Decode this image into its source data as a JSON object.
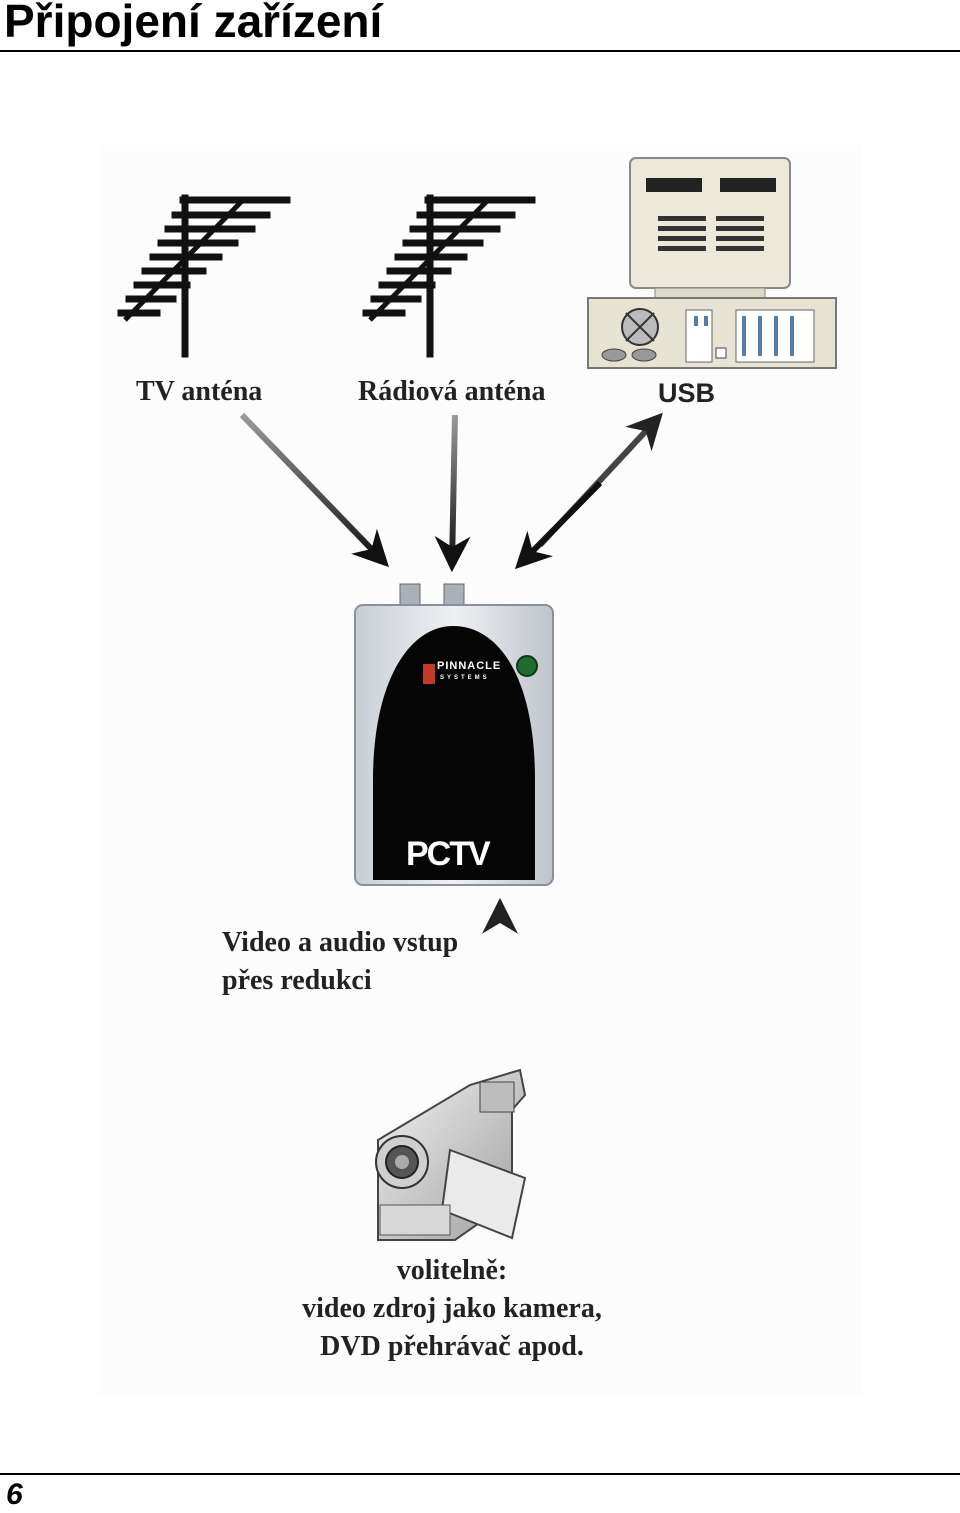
{
  "page": {
    "title": "Připojení zařízení",
    "number": "6"
  },
  "diagram": {
    "tv_antenna_label": "TV anténa",
    "radio_antenna_label": "Rádiová anténa",
    "usb_label": "USB",
    "device_brand": "PINNACLE",
    "device_brand_sub": "SYSTEMS",
    "device_model": "PCTV",
    "video_input_label": [
      "Video a audio vstup",
      "přes redukci"
    ],
    "optional_label": [
      "volitelně:",
      "video zdroj jako kamera,",
      "DVD přehrávač apod."
    ]
  }
}
